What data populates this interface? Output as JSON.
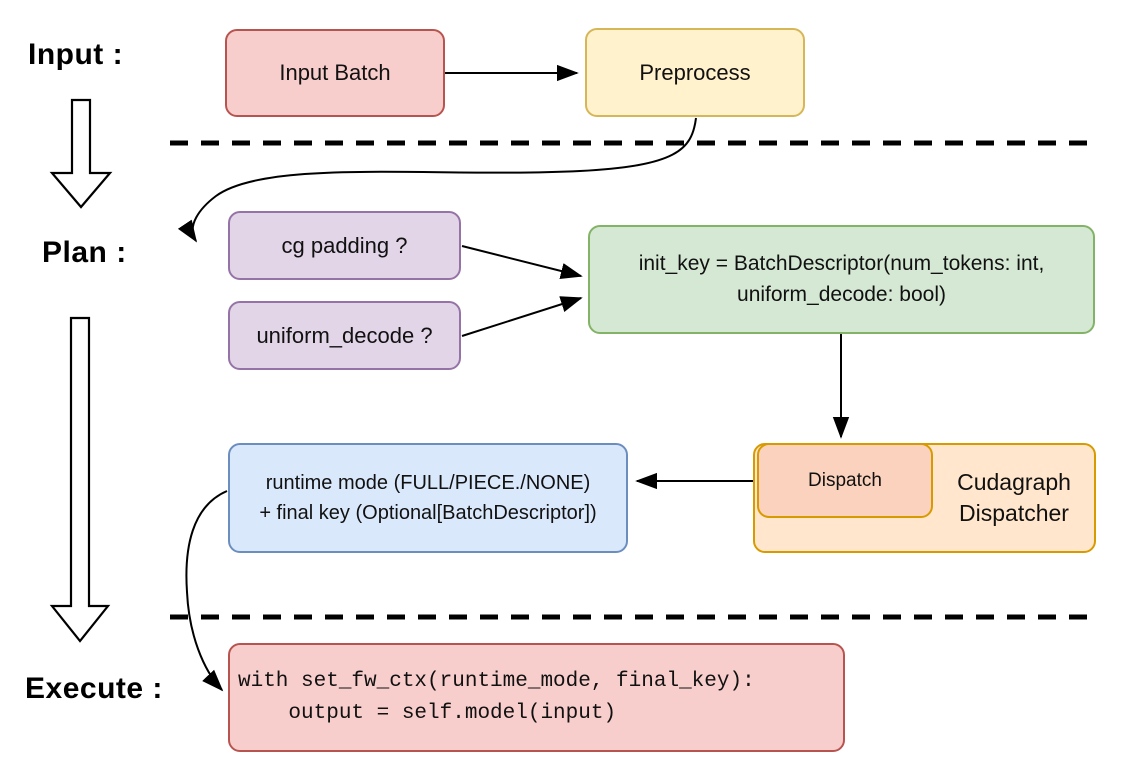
{
  "stages": {
    "input": "Input :",
    "plan": "Plan :",
    "execute": "Execute :"
  },
  "nodes": {
    "input_batch": {
      "label": "Input Batch",
      "fill": "#f8cecc",
      "border": "#b85450"
    },
    "preprocess": {
      "label": "Preprocess",
      "fill": "#fff2cc",
      "border": "#d6b656"
    },
    "cg_padding": {
      "label": "cg padding ?",
      "fill": "#e1d5e7",
      "border": "#9673a6"
    },
    "uniform_decode": {
      "label": "uniform_decode ?",
      "fill": "#e1d5e7",
      "border": "#9673a6"
    },
    "init_key": {
      "line1": "init_key = BatchDescriptor(num_tokens: int,",
      "line2": "uniform_decode: bool)",
      "fill": "#d5e8d4",
      "border": "#82b366"
    },
    "cudagraph_dispatcher": {
      "label": "Cudagraph Dispatcher",
      "fill": "#ffe6cc",
      "border": "#d79b00"
    },
    "dispatch": {
      "label": "Dispatch",
      "fill": "#fbd2bd",
      "border": "#d79b00"
    },
    "runtime_mode": {
      "line1": "runtime mode (FULL/PIECE./NONE)",
      "line2": "+ final key (Optional[BatchDescriptor])",
      "fill": "#dae8fc",
      "border": "#6c8ebf"
    },
    "execute_code": {
      "line1": "with set_fw_ctx(runtime_mode, final_key):",
      "line2": "    output = self.model(input)",
      "fill": "#f8cecc",
      "border": "#b85450"
    }
  },
  "connector_color": "#000000"
}
